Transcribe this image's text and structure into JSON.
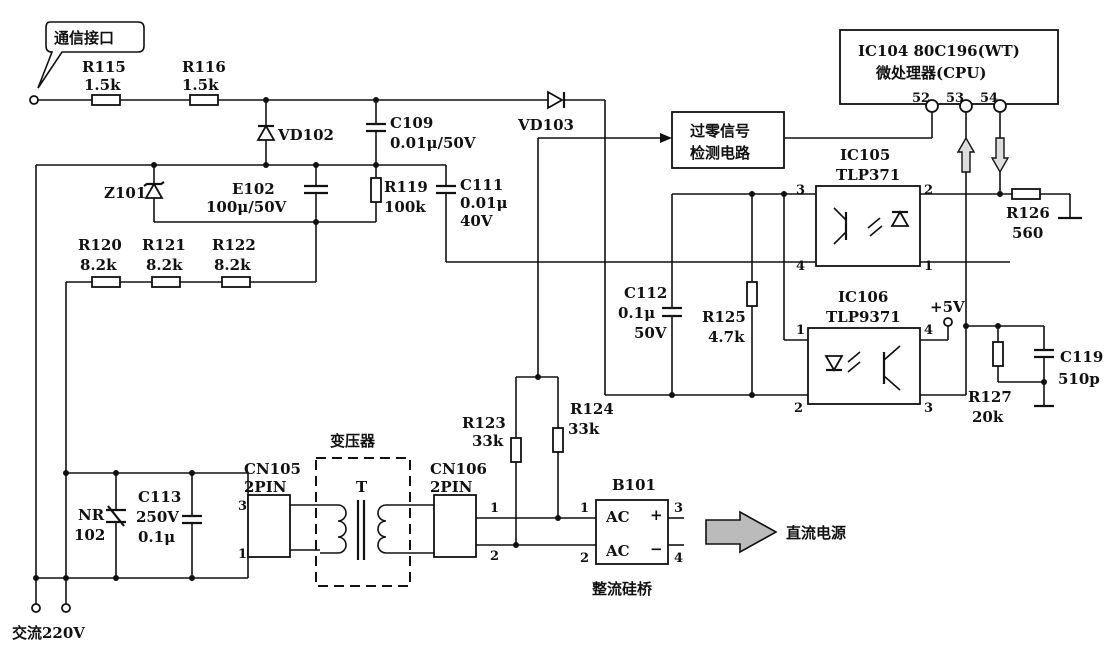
{
  "labels": {
    "comm_port": "通信接口",
    "ac_input": "交流220V",
    "dc_power": "直流电源",
    "transformer": "变压器",
    "T": "T",
    "rectifier": "整流硅桥",
    "zero_cross": [
      "过零信号",
      "检测电路"
    ],
    "cpu": [
      "IC104 80C196(WT)",
      "微处理器(CPU)"
    ],
    "plus5v": "+5V"
  },
  "components": {
    "R115": [
      "R115",
      "1.5k"
    ],
    "R116": [
      "R116",
      "1.5k"
    ],
    "VD102": "VD102",
    "VD103": "VD103",
    "C109": [
      "C109",
      "0.01μ/50V"
    ],
    "Z101": "Z101",
    "E102": [
      "E102",
      "100μ/50V"
    ],
    "R119": [
      "R119",
      "100k"
    ],
    "C111": [
      "C111",
      "0.01μ",
      "40V"
    ],
    "R120": [
      "R120",
      "8.2k"
    ],
    "R121": [
      "R121",
      "8.2k"
    ],
    "R122": [
      "R122",
      "8.2k"
    ],
    "C112": [
      "C112",
      "0.1μ",
      "50V"
    ],
    "R125": [
      "R125",
      "4.7k"
    ],
    "IC105": [
      "IC105",
      "TLP371"
    ],
    "IC106": [
      "IC106",
      "TLP9371"
    ],
    "R126": [
      "R126",
      "560"
    ],
    "R127": [
      "R127",
      "20k"
    ],
    "C119": [
      "C119",
      "510p"
    ],
    "R123": [
      "R123",
      "33k"
    ],
    "R124": [
      "R124",
      "33k"
    ],
    "NR": [
      "NR",
      "102"
    ],
    "C113": [
      "C113",
      "250V",
      "0.1μ"
    ],
    "CN105": [
      "CN105",
      "2PIN"
    ],
    "CN106": [
      "CN106",
      "2PIN"
    ],
    "B101": "B101",
    "AC": "AC"
  },
  "pins": {
    "cpu_pins": [
      "52",
      "53",
      "54"
    ],
    "ic105": [
      "3",
      "2",
      "4",
      "1"
    ],
    "ic106": [
      "1",
      "4",
      "2",
      "3"
    ],
    "cn105": [
      "3",
      "1"
    ],
    "cn106": [
      "1",
      "2"
    ],
    "b101": [
      "1",
      "2",
      "3",
      "4"
    ],
    "polarity": [
      "+",
      "−"
    ]
  }
}
